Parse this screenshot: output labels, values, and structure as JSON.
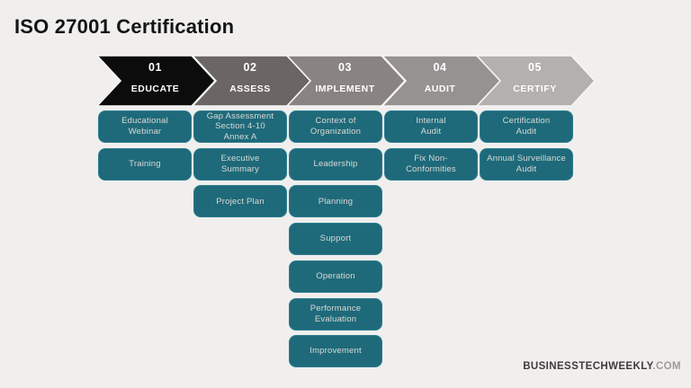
{
  "title": "ISO 27001 Certification",
  "footer": {
    "brand": "BUSINESSTECHWEEKLY",
    "suffix": ".COM"
  },
  "colors": {
    "background": "#f0efee",
    "box": "#1e6a7a",
    "box_border": "#2f7d90",
    "box_text": "#dcd9d5",
    "chevron_text": "#ffffff",
    "chevron_outline": "#f7f6f5",
    "title": "#141414",
    "brand": "#3d3b3b",
    "brand_suffix": "#9e9c9a"
  },
  "steps": [
    {
      "number": "01",
      "name": "EDUCATE",
      "color": "#0d0c0c",
      "boxes": [
        "Educational\nWebinar",
        "Training"
      ]
    },
    {
      "number": "02",
      "name": "ASSESS",
      "color": "#6b6564",
      "boxes": [
        "Gap Assessment\nSection 4-10\nAnnex A",
        "Executive\nSummary",
        "Project Plan"
      ]
    },
    {
      "number": "03",
      "name": "IMPLEMENT",
      "color": "#8a8383",
      "boxes": [
        "Context of\nOrganization",
        "Leadership",
        "Planning",
        "Support",
        "Operation",
        "Performance\nEvaluation",
        "Improvement"
      ]
    },
    {
      "number": "04",
      "name": "AUDIT",
      "color": "#979292",
      "boxes": [
        "Internal\nAudit",
        "Fix Non-\nConformities"
      ]
    },
    {
      "number": "05",
      "name": "CERTIFY",
      "color": "#b3b0ad",
      "boxes": [
        "Certification\nAudit",
        "Annual Surveillance\nAudit"
      ]
    }
  ]
}
